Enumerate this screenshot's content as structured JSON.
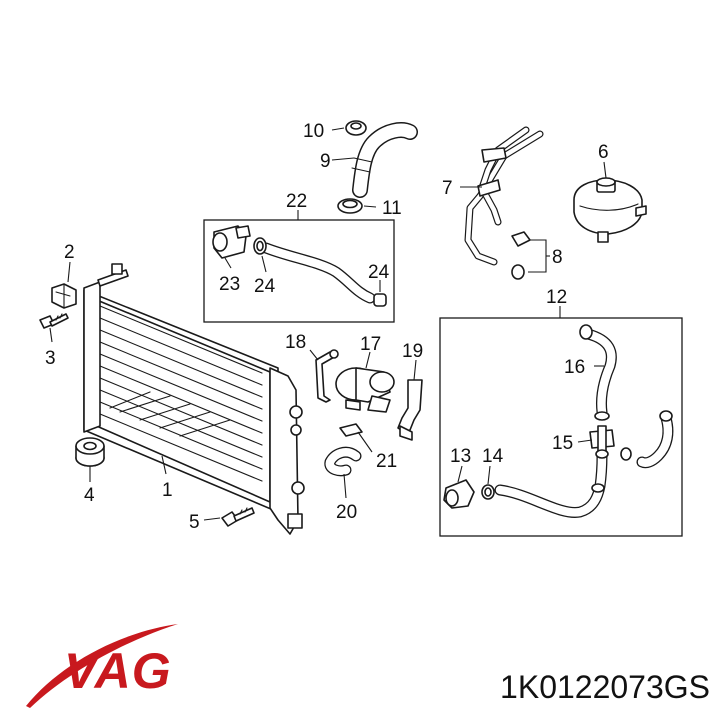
{
  "callouts": {
    "c1": "1",
    "c2": "2",
    "c3": "3",
    "c4": "4",
    "c5": "5",
    "c6": "6",
    "c7": "7",
    "c8": "8",
    "c9": "9",
    "c10": "10",
    "c11": "11",
    "c12": "12",
    "c13": "13",
    "c14": "14",
    "c15": "15",
    "c16": "16",
    "c17": "17",
    "c18": "18",
    "c19": "19",
    "c20": "20",
    "c21": "21",
    "c22": "22",
    "c23": "23",
    "c24a": "24",
    "c24b": "24"
  },
  "brand": {
    "logo_text": "VAG",
    "color": "#c8191e"
  },
  "part_number": "1K0122073GS"
}
